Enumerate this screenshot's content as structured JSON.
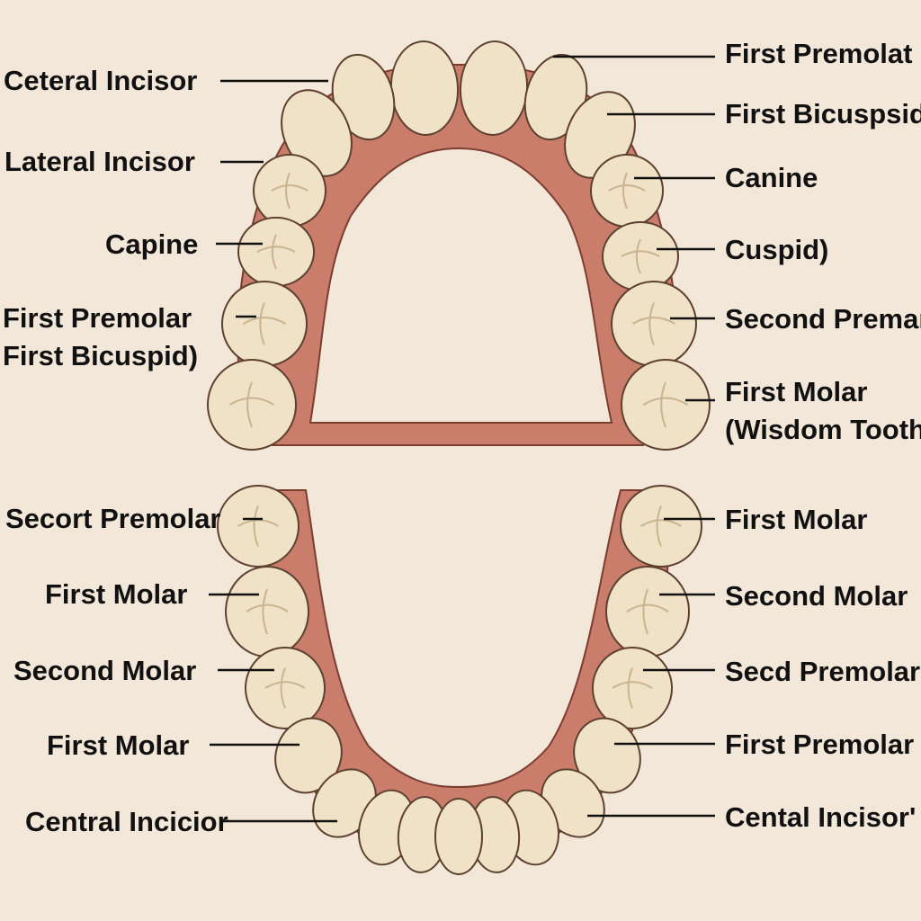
{
  "diagram": {
    "upper_left_labels": [
      "Ceteral Incisor",
      "Lateral Incisor",
      "Capine",
      "First Premolar",
      "First Bicuspid)"
    ],
    "upper_right_labels": [
      "First Premolat",
      "First Bicuspsid",
      "Canine",
      "Cuspid)",
      "Second Premar",
      "First Molar",
      "(Wisdom Tooth"
    ],
    "lower_left_labels": [
      "Secort Premolar",
      "First Molar",
      "Second Molar",
      "First Molar",
      "Central Incicior"
    ],
    "lower_right_labels": [
      "First Molar",
      "Second Molar",
      "Secd Premolar",
      "First Premolar",
      "Cental Incisor'"
    ]
  },
  "colors": {
    "background": "#f3e7d9",
    "tooth": "#efe2c6",
    "gum": "#c97d6a",
    "outline": "#5e4030"
  }
}
